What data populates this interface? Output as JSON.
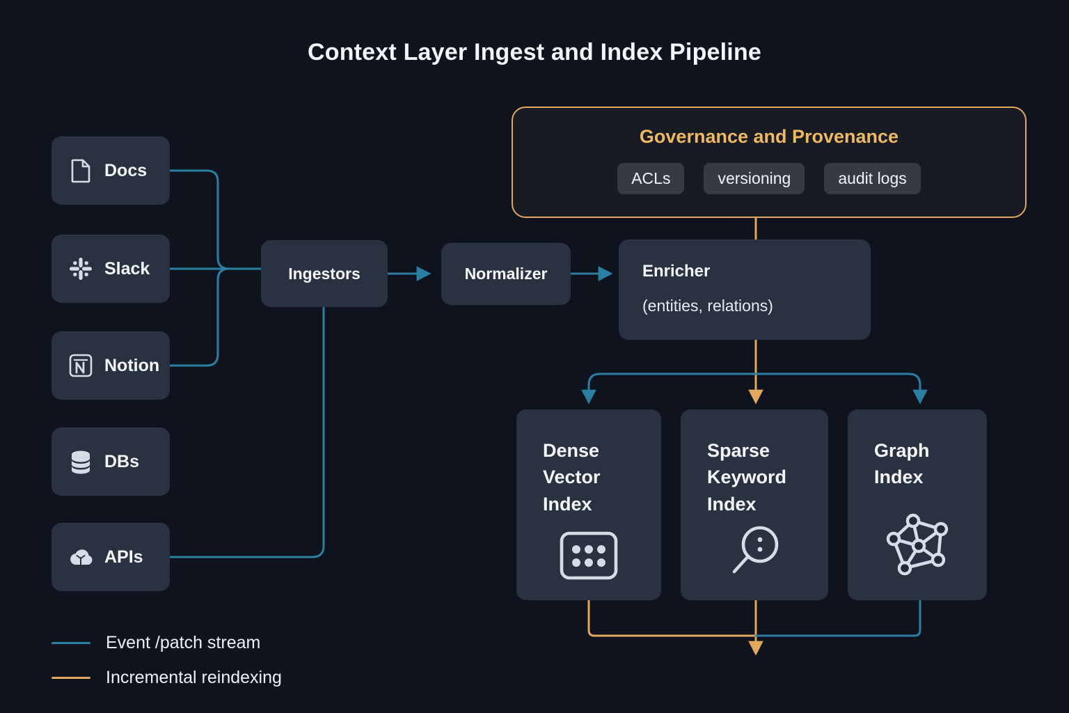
{
  "title": "Context Layer Ingest and Index Pipeline",
  "colors": {
    "background": "#0f131d",
    "node_fill": "#2a3140",
    "event_stream": "#2b7fa3",
    "reindexing": "#e2a85e",
    "governance_border": "#e2a85e",
    "governance_title": "#eeb961",
    "text": "#f4f7fb"
  },
  "sources": [
    {
      "label": "Docs",
      "icon": "document-icon"
    },
    {
      "label": "Slack",
      "icon": "slack-icon"
    },
    {
      "label": "Notion",
      "icon": "notion-icon"
    },
    {
      "label": "DBs",
      "icon": "database-icon"
    },
    {
      "label": "APIs",
      "icon": "cloud-icon"
    }
  ],
  "pipeline": {
    "ingestors": "Ingestors",
    "normalizer": "Normalizer",
    "enricher_title": "Enricher",
    "enricher_subtitle": "(entities, relations)"
  },
  "governance": {
    "title": "Governance and Provenance",
    "chips": [
      "ACLs",
      "versioning",
      "audit logs"
    ]
  },
  "indexes": [
    {
      "label": "Dense\nVector\nIndex",
      "icon": "dot-grid-icon"
    },
    {
      "label": "Sparse\nKeyword\nIndex",
      "icon": "magnifier-icon"
    },
    {
      "label": "Graph\nIndex",
      "icon": "graph-network-icon"
    }
  ],
  "legend": [
    {
      "label": "Event /patch stream",
      "color": "#2b7fa3"
    },
    {
      "label": "Incremental reindexing",
      "color": "#e2a85e"
    }
  ]
}
